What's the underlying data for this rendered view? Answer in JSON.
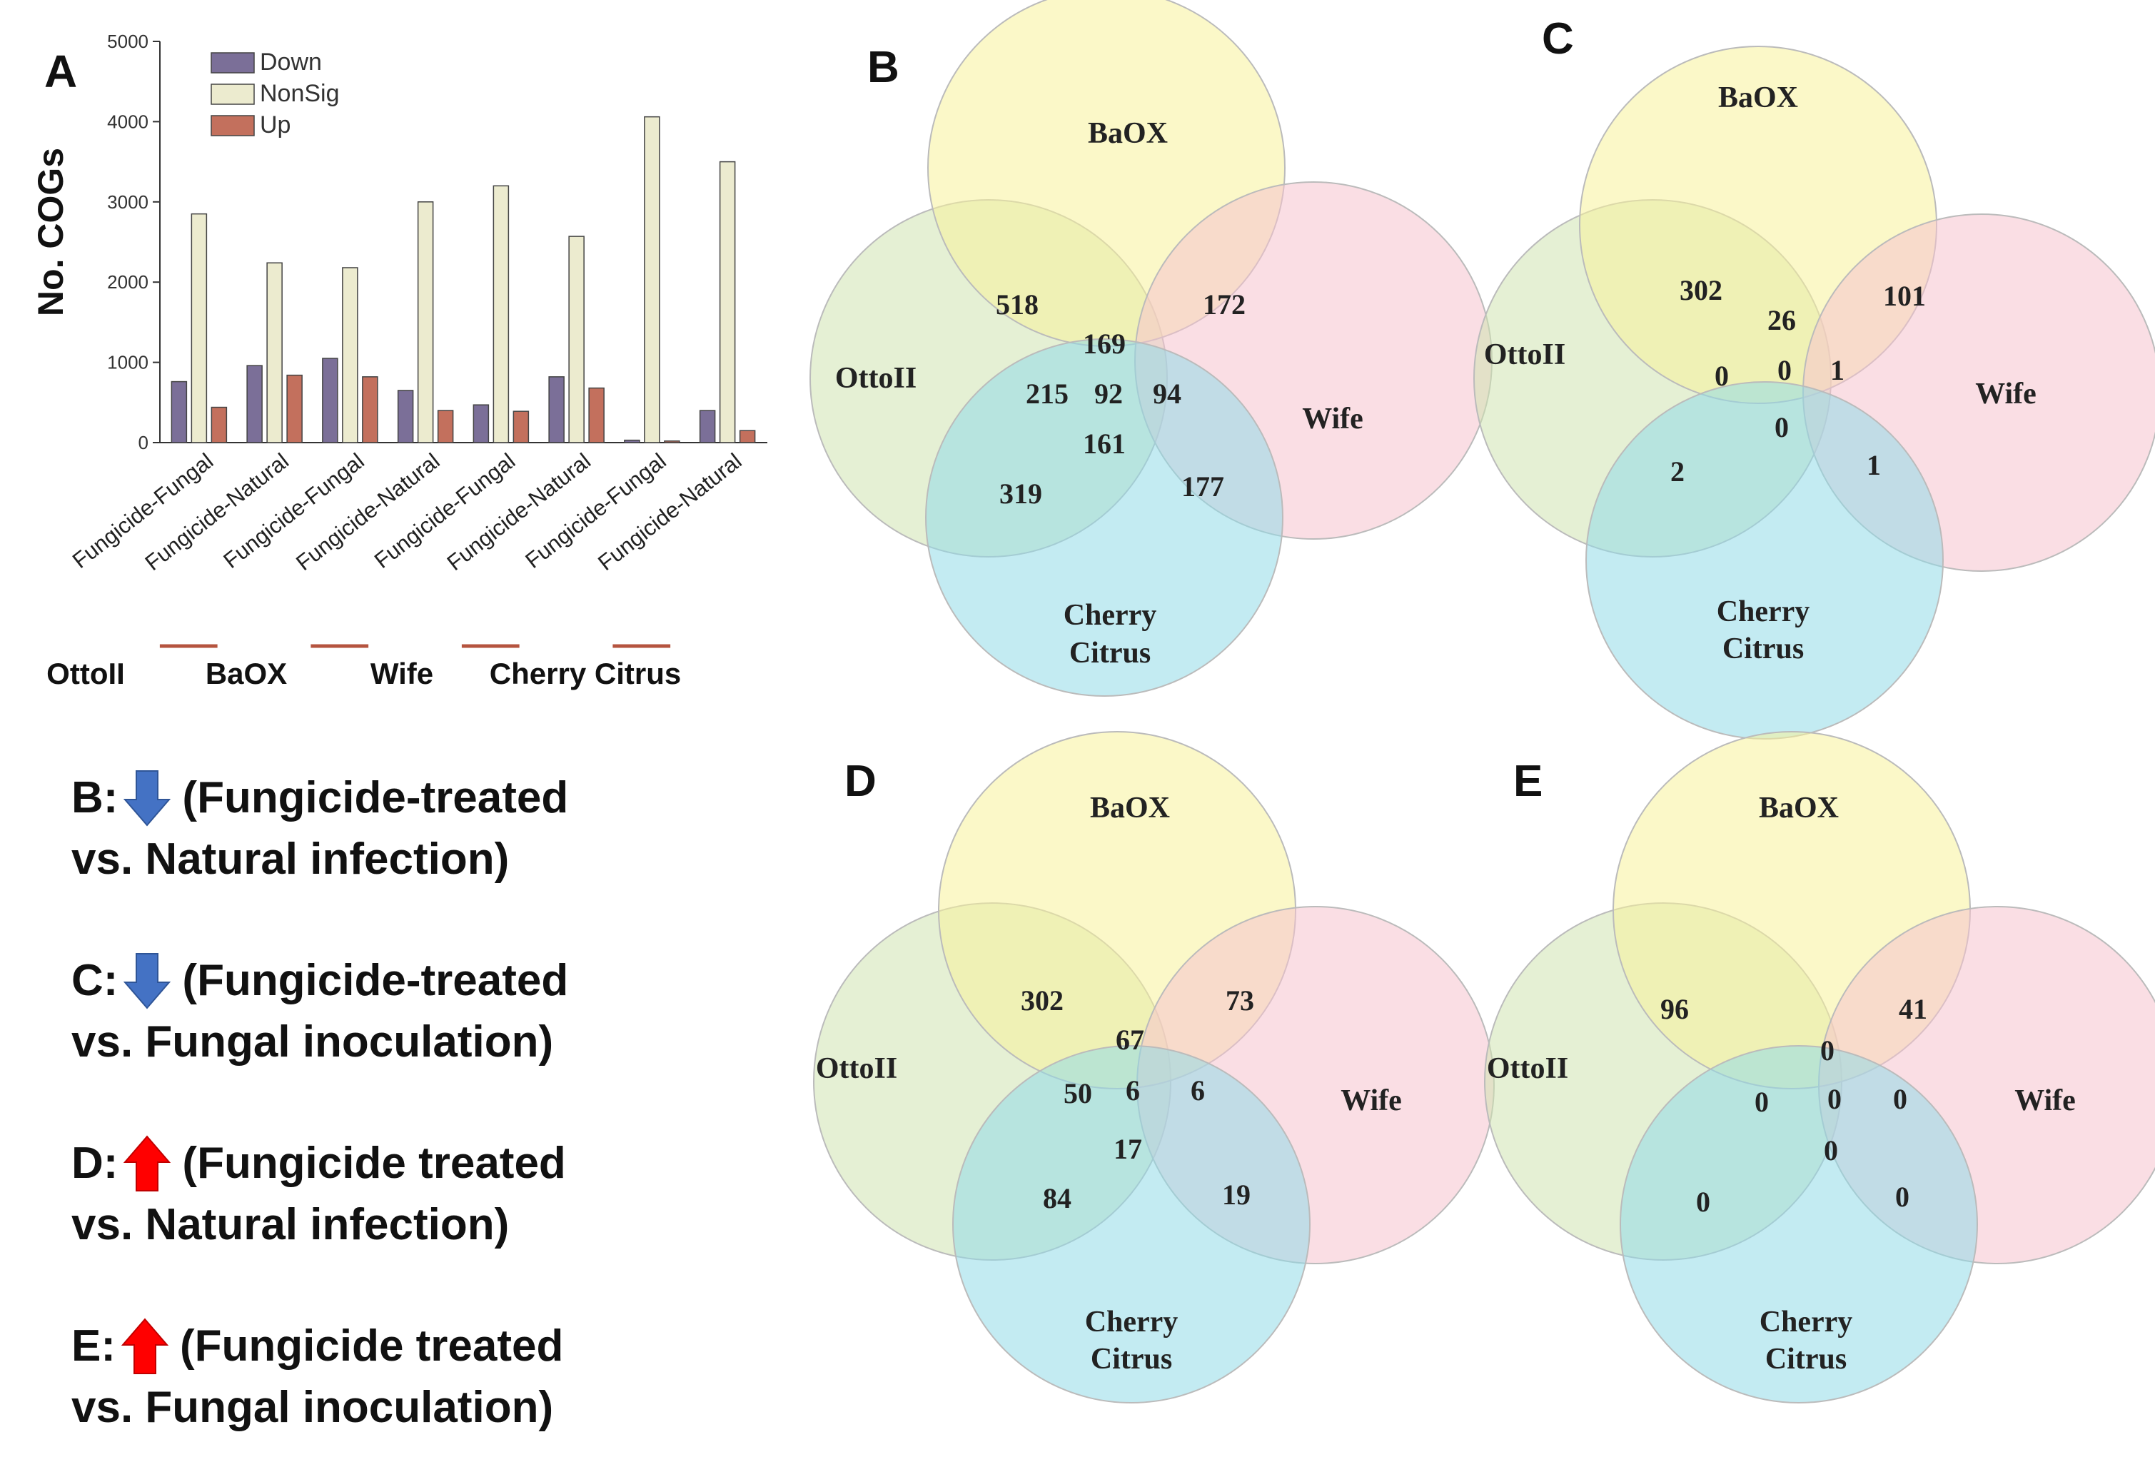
{
  "panel_letters": {
    "a": "A",
    "b": "B",
    "c": "C",
    "d": "D",
    "e": "E"
  },
  "chart_data": {
    "type": "bar",
    "ylabel": "No. COGs",
    "ylim": [
      0,
      5000
    ],
    "yticks": [
      0,
      1000,
      2000,
      3000,
      4000,
      5000
    ],
    "categories": [
      "Fungicide-Fungal",
      "Fungicide-Natural",
      "Fungicide-Fungal",
      "Fungicide-Natural",
      "Fungicide-Fungal",
      "Fungicide-Natural",
      "Fungicide-Fungal",
      "Fungicide-Natural"
    ],
    "groups": [
      "OttoII",
      "BaOX",
      "Wife",
      "Cherry Citrus"
    ],
    "legend_position": "top-left",
    "series": [
      {
        "name": "Down",
        "color": "#7b6f98",
        "values": [
          760,
          960,
          1050,
          650,
          470,
          820,
          30,
          400
        ]
      },
      {
        "name": "NonSig",
        "color": "#ecebcf",
        "values": [
          2850,
          2240,
          2180,
          3000,
          3200,
          2570,
          4060,
          3500
        ]
      },
      {
        "name": "Up",
        "color": "#c3705d",
        "values": [
          440,
          840,
          820,
          400,
          390,
          680,
          20,
          150
        ]
      }
    ]
  },
  "venn_colors": {
    "baox": "#f8f29a",
    "ottoii": "#cfe3b0",
    "wife": "#f6c2cd",
    "cherry": "#92dbe8"
  },
  "venns": [
    {
      "id": "B",
      "labels": {
        "baox": "BaOX",
        "ottoii": "OttoII",
        "wife": "Wife",
        "cherry1": "Cherry",
        "cherry2": "Citrus"
      },
      "counts": [
        "518",
        "172",
        "169",
        "215",
        "92",
        "94",
        "161",
        "319",
        "177"
      ]
    },
    {
      "id": "C",
      "labels": {
        "baox": "BaOX",
        "ottoii": "OttoII",
        "wife": "Wife",
        "cherry1": "Cherry",
        "cherry2": "Citrus"
      },
      "counts": [
        "302",
        "101",
        "26",
        "0",
        "0",
        "1",
        "0",
        "2",
        "1"
      ]
    },
    {
      "id": "D",
      "labels": {
        "baox": "BaOX",
        "ottoii": "OttoII",
        "wife": "Wife",
        "cherry1": "Cherry",
        "cherry2": "Citrus"
      },
      "counts": [
        "302",
        "73",
        "67",
        "50",
        "6",
        "6",
        "17",
        "84",
        "19"
      ]
    },
    {
      "id": "E",
      "labels": {
        "baox": "BaOX",
        "ottoii": "OttoII",
        "wife": "Wife",
        "cherry1": "Cherry",
        "cherry2": "Citrus"
      },
      "counts": [
        "96",
        "41",
        "0",
        "0",
        "0",
        "0",
        "0",
        "0",
        "0"
      ]
    }
  ],
  "legend_text": [
    {
      "prefix": "B:",
      "arrow": "down",
      "arrow_color": "#4472c4",
      "line1": "(Fungicide-treated",
      "line2": "vs. Natural infection)"
    },
    {
      "prefix": "C:",
      "arrow": "down",
      "arrow_color": "#4472c4",
      "line1": "(Fungicide-treated",
      "line2": "vs. Fungal inoculation)"
    },
    {
      "prefix": "D:",
      "arrow": "up",
      "arrow_color": "#ff0000",
      "line1": "(Fungicide treated",
      "line2": "vs. Natural infection)"
    },
    {
      "prefix": "E:",
      "arrow": "up",
      "arrow_color": "#ff0000",
      "line1": "(Fungicide treated",
      "line2": "vs. Fungal inoculation)"
    }
  ]
}
